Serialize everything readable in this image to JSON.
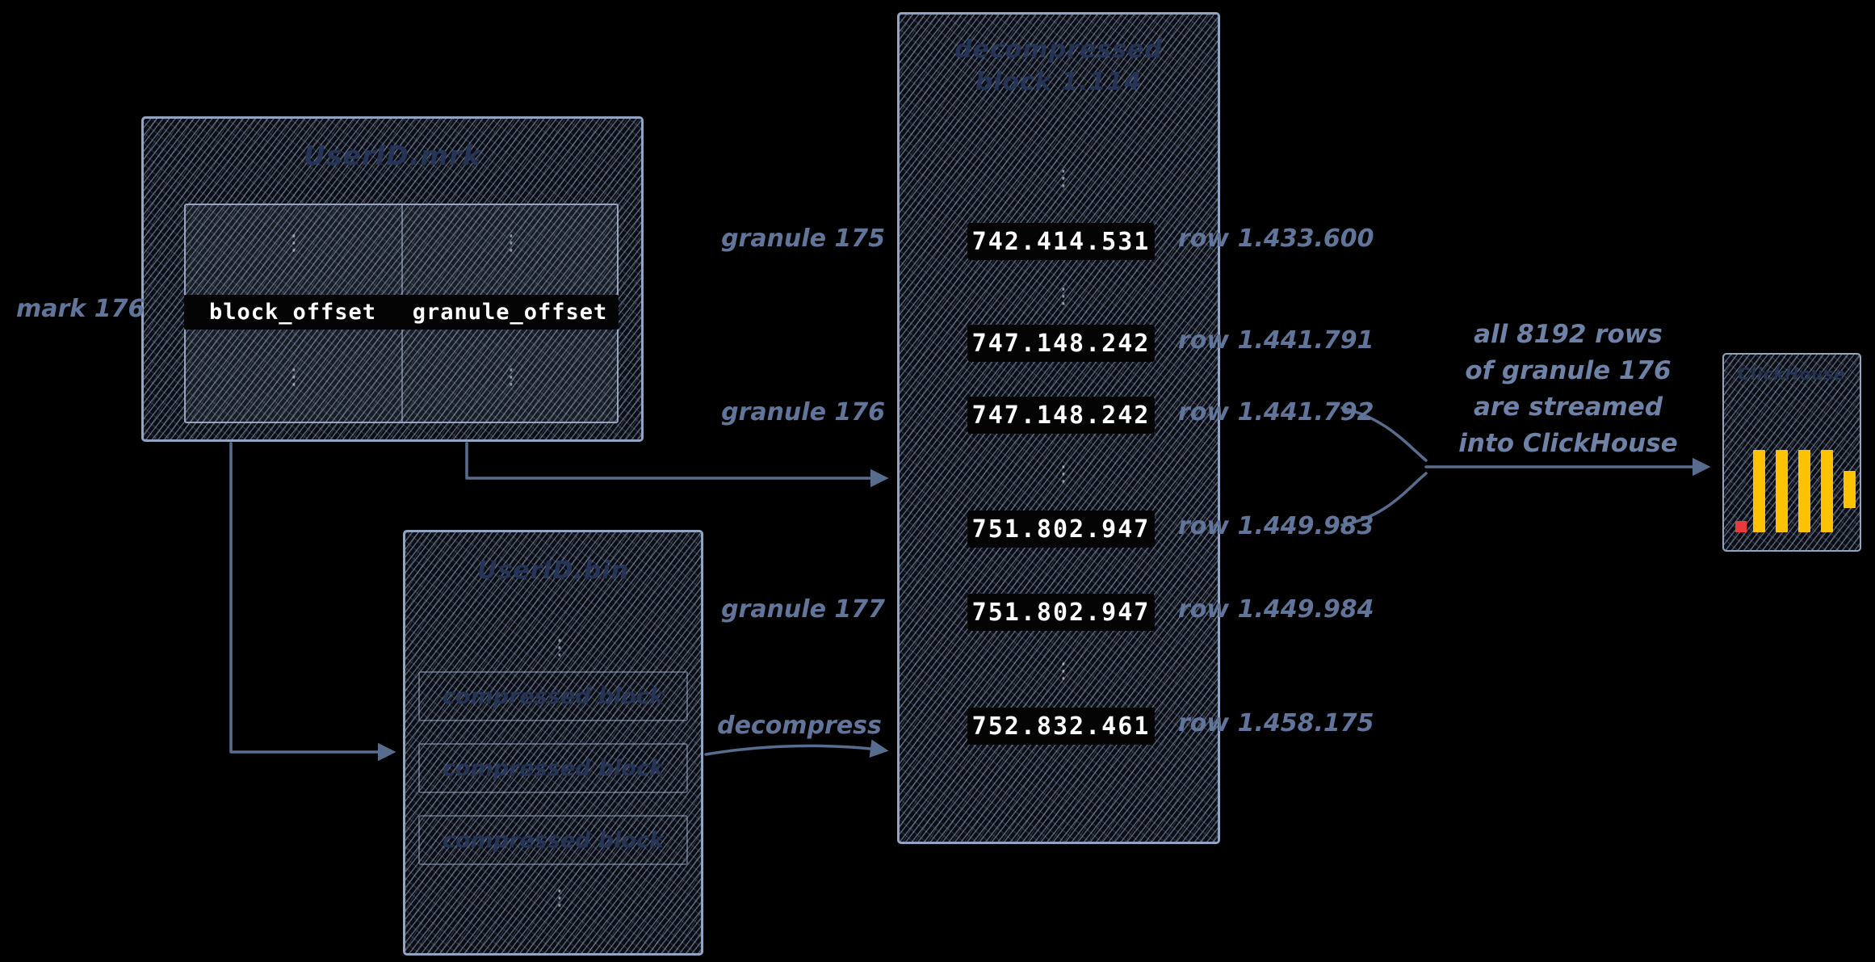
{
  "mrk": {
    "title": "UserID.mrk",
    "mark_label": "mark 176",
    "columns": [
      "block_offset",
      "granule_offset"
    ]
  },
  "bin": {
    "title": "UserID.bin",
    "rows": [
      "compressed block",
      "compressed block",
      "compressed block"
    ]
  },
  "block": {
    "title_line1": "decompressed",
    "title_line2": "block 1.114",
    "rows": [
      {
        "value": "742.414.531",
        "row_label": "row 1.433.600"
      },
      {
        "value": "747.148.242",
        "row_label": "row 1.441.791"
      },
      {
        "value": "747.148.242",
        "row_label": "row 1.441.792"
      },
      {
        "value": "751.802.947",
        "row_label": "row 1.449.983"
      },
      {
        "value": "751.802.947",
        "row_label": "row 1.449.984"
      },
      {
        "value": "752.832.461",
        "row_label": "row 1.458.175"
      }
    ],
    "granules": [
      "granule 175",
      "granule 176",
      "granule 177"
    ]
  },
  "decompress_label": "decompress",
  "stream_note": {
    "lines": [
      "all 8192 rows",
      "of granule 176",
      "are streamed",
      "into ClickHouse"
    ]
  },
  "clickhouse": {
    "title": "ClickHouse"
  },
  "glyphs": {
    "vdots": "⋮"
  },
  "colors": {
    "background": "#000000",
    "arrow": "#5d7296",
    "hatch_line": "#97a9c9",
    "pill_bg": "#040404",
    "pill_text": "#ffffff",
    "handwriting": "#61759b",
    "logo_yellow": "#fdc300",
    "logo_red": "#e83a3a"
  }
}
